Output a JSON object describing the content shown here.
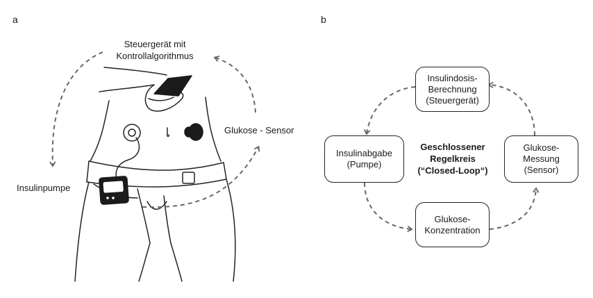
{
  "panel_a": {
    "letter": "a",
    "controller_label": [
      "Steuergerät mit",
      "Kontrollalgorithmus"
    ],
    "sensor_label": "Glukose - Sensor",
    "pump_label": "Insulinpumpe"
  },
  "panel_b": {
    "letter": "b",
    "node_top": [
      "Insulindosis-",
      "Berechnung",
      "(Steuergerät)"
    ],
    "node_left": [
      "Insulinabgabe",
      "(Pumpe)"
    ],
    "node_right": [
      "Glukose-",
      "Messung",
      "(Sensor)"
    ],
    "node_bottom": [
      "Glukose-",
      "Konzentration"
    ],
    "center_title": [
      "Geschlossener",
      "Regelkreis",
      "(“Closed-Loop“)"
    ]
  },
  "colors": {
    "line": "#222222",
    "arrow": "#666666"
  }
}
